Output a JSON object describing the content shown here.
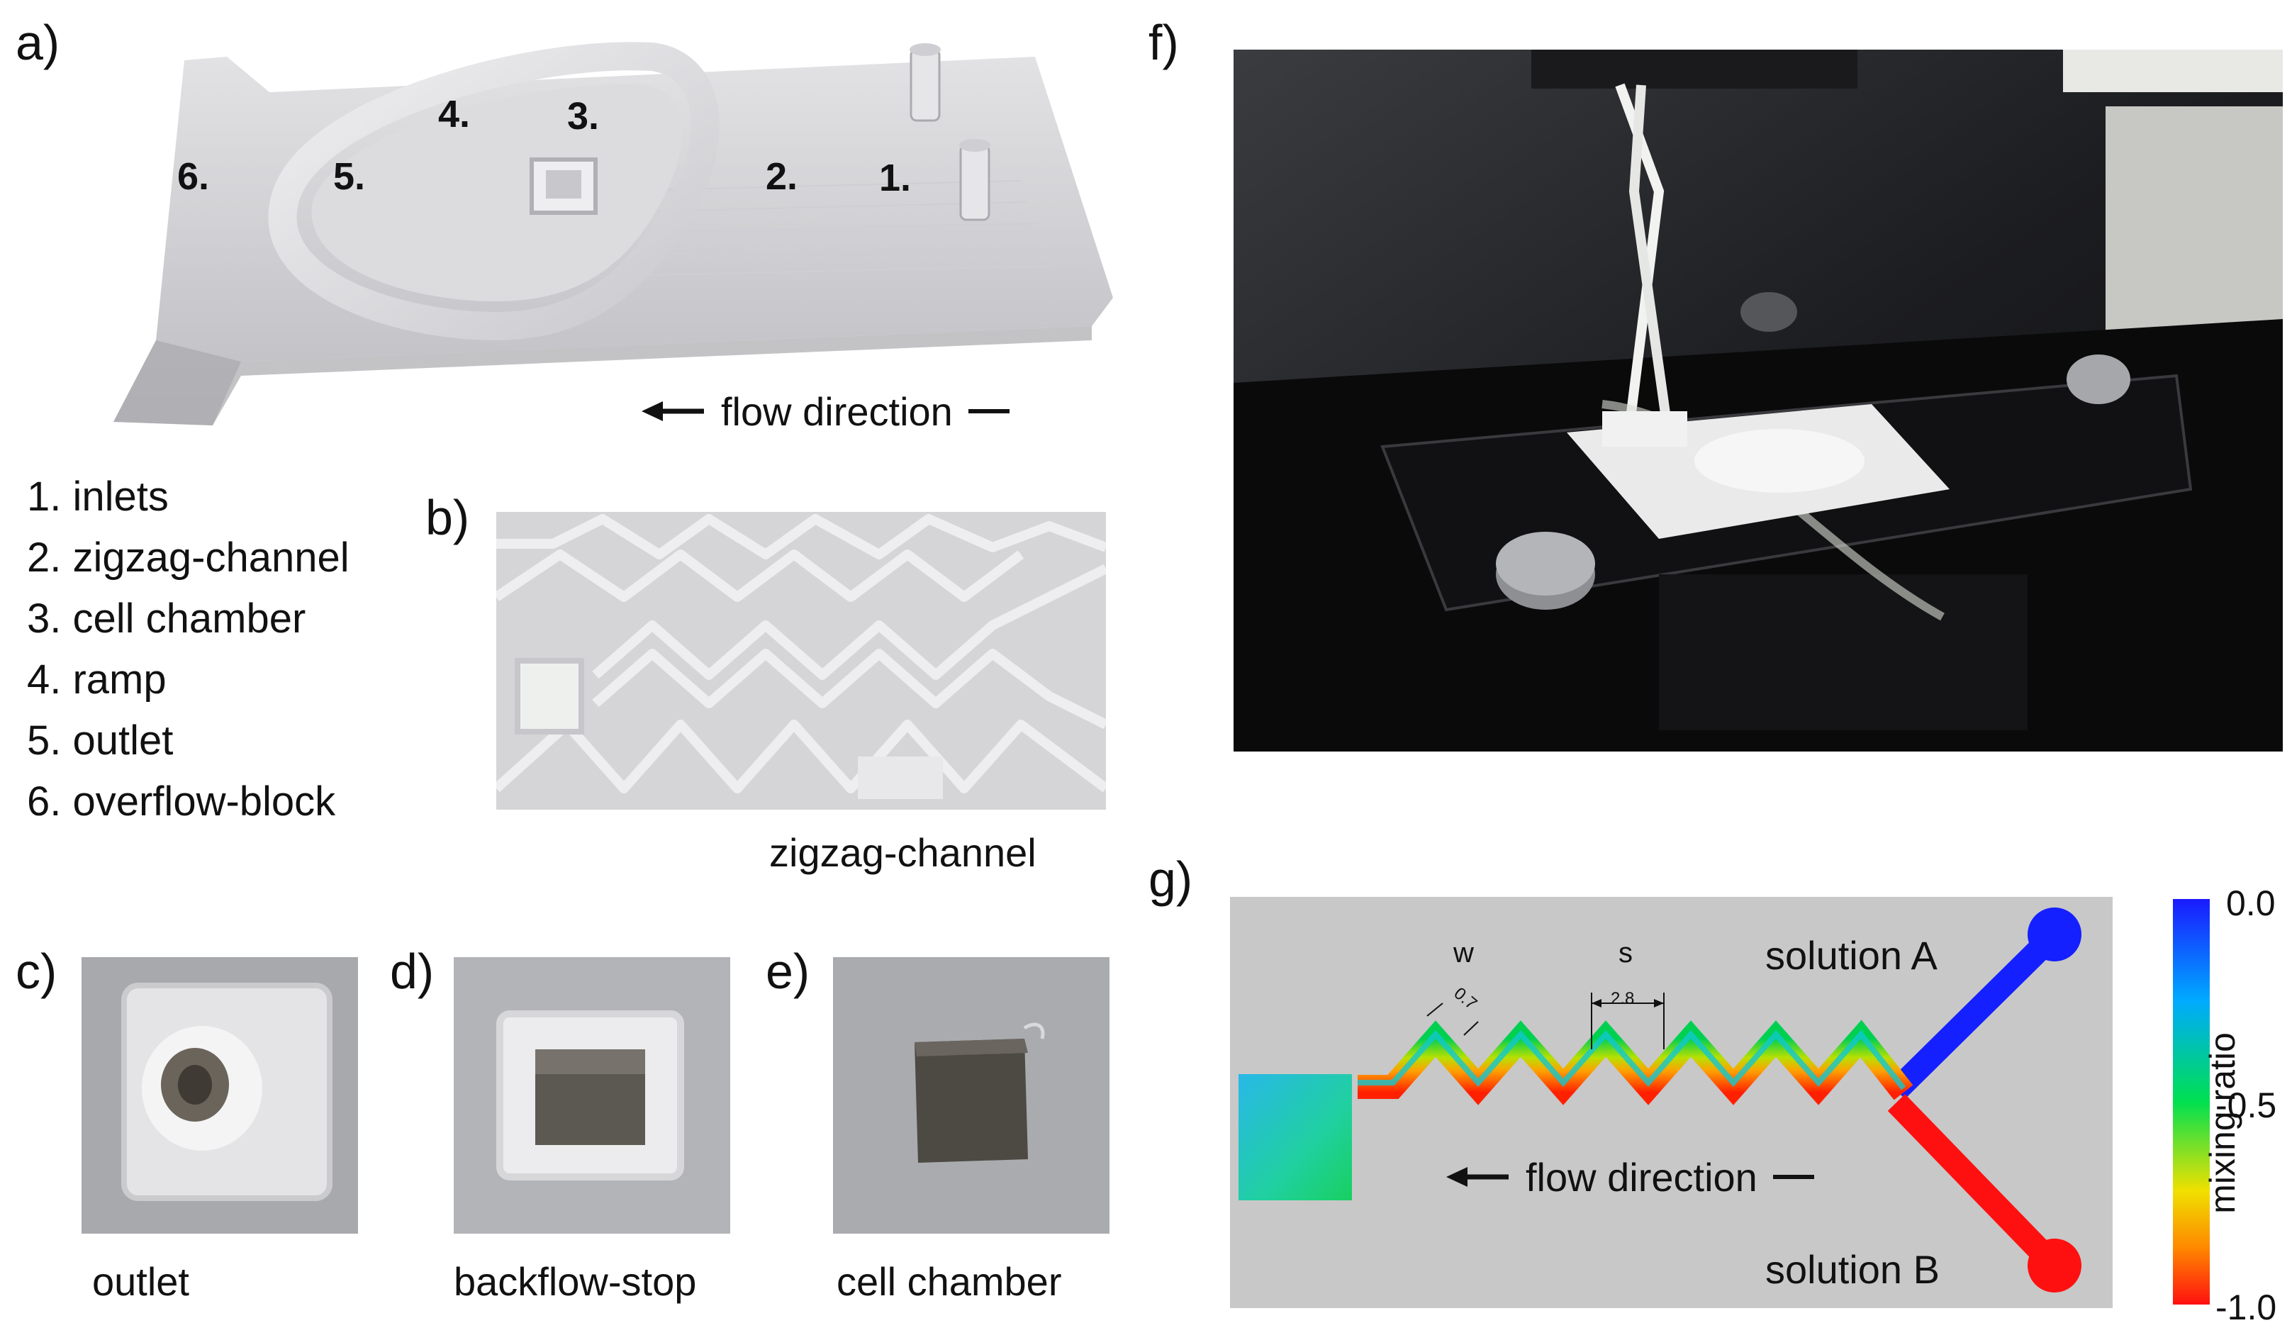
{
  "panels": {
    "a": "a)",
    "b": "b)",
    "c": "c)",
    "d": "d)",
    "e": "e)",
    "f": "f)",
    "g": "g)"
  },
  "device_numbers": [
    "1.",
    "2.",
    "3.",
    "4.",
    "5.",
    "6."
  ],
  "flow_label_a": "flow direction",
  "legend_items": [
    "1. inlets",
    "2. zigzag-channel",
    "3. cell chamber",
    "4. ramp",
    "5. outlet",
    "6. overflow-block"
  ],
  "captions": {
    "b": "zigzag-channel",
    "c": "outlet",
    "d": "backflow-stop",
    "e": "cell chamber"
  },
  "simulation": {
    "solution_a": "solution A",
    "solution_b": "solution B",
    "flow_label": "flow direction",
    "w_label": "w",
    "s_label": "s",
    "w_value": "0.7",
    "s_value": "2.8"
  },
  "colorbar": {
    "title": "mixing ratio",
    "ticks": [
      "0.0",
      "-0.5",
      "-1.0"
    ],
    "colors": [
      "#1a1aff",
      "#00aaff",
      "#00e050",
      "#f0e000",
      "#ff8800",
      "#ff1010"
    ]
  }
}
